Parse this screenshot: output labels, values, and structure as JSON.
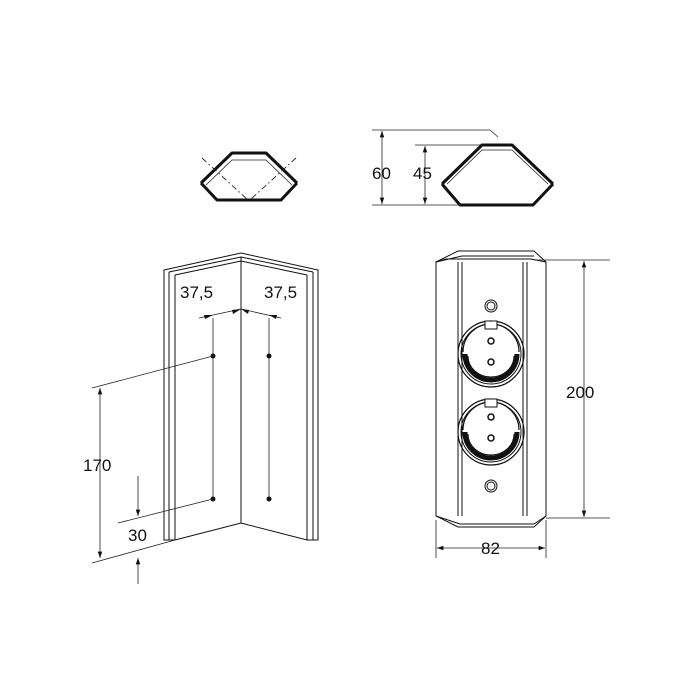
{
  "dimensions": {
    "top_height_outer": "60",
    "top_height_inner": "45",
    "spacing_left": "37,5",
    "spacing_right": "37,5",
    "hole_distance": "170",
    "bottom_offset": "30",
    "body_height": "200",
    "body_width": "82"
  }
}
